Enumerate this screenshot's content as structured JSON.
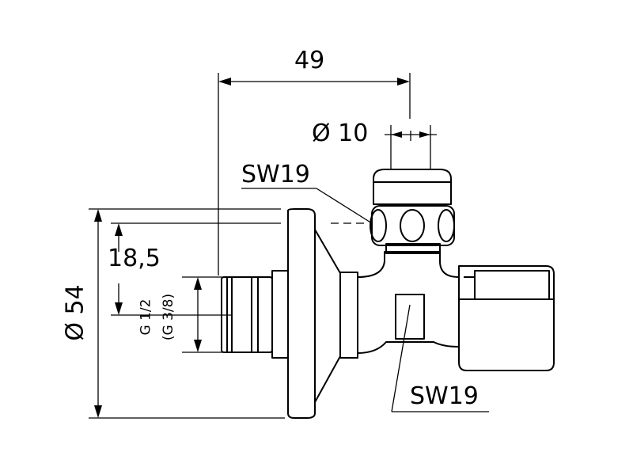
{
  "drawing": {
    "dimensions": {
      "width_49": "49",
      "outlet_diameter": "Ø 10",
      "upper_nut": "SW19",
      "lower_nut": "SW19",
      "offset": "18,5",
      "flange_diameter": "Ø 54",
      "thread_main": "G 1/2",
      "thread_alt": "(G 3/8)"
    }
  },
  "colors": {
    "line": "#000000",
    "background": "#ffffff"
  }
}
